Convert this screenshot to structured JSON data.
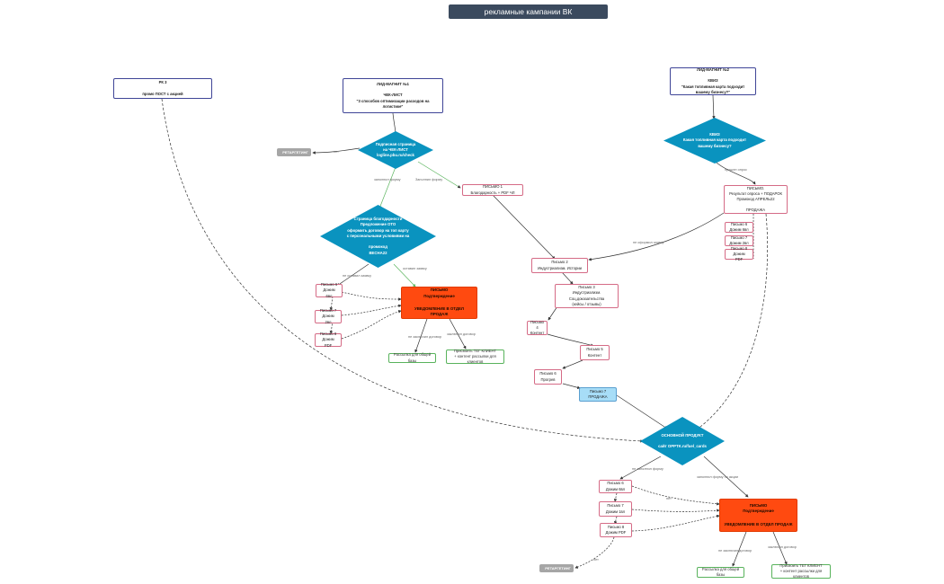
{
  "title": "рекламные кампании ВК",
  "boxes": {
    "rk3": "РК 3\n\nпромо ПОСТ с акцией",
    "lm1": "ЛИД-МАГНИТ №1\n\nЧЕК-ЛИСТ\n\"3 способов оптимизации расходов на логистике\"",
    "lm2": "ЛИД-МАГНИТ №2\n\nКВИЗ\n\"Какая топливная карта подходит вашему бизнесу?\"",
    "letter1": "ПИСЬМО 1\nБлагодарность + PDF ЧЛ",
    "letter_quiz": "ПИСЬМО.\nРезультат опроса + ПОДАРОК\nПромокод АПРЕЛЬ22\n\nПРОДАЖА",
    "q_p6": "Письмо 6\nДожим 6вл",
    "q_p7": "Письмо 7\nДожим 2вл",
    "q_p8": "Письмо 8\nДожим PDF",
    "letter2": "Письмо 2\nИндустриализм. Истории",
    "letter3": "Письмо 3\nИндустриализм.\nСоц.доказательства\n(кейсы / отзывы)",
    "letter4": "Письмо 4\nКонтент",
    "letter5": "Письмо 5\nКонтент",
    "letter6": "Письмо 6\nПрогрев",
    "letter7": "Письмо 7\nПРОДАЖА",
    "a_p6": "Письмо 6\nДожим 6вл",
    "a_p7": "Письмо 7\nДожим 2вл",
    "a_p8": "Письмо 8\nДожим PDF",
    "a_green1": "Рассылка для общей базы",
    "a_green2": "Присвоить ТЕГ КЛИЕНТ\n+ контент рассылки для клиентов",
    "b_p6": "Письмо 6\nДожим 6вл",
    "b_p7": "Письмо 7\nДожим 1вл",
    "b_p8": "Письмо 8\nДожим PDF",
    "b_green1": "Рассылка для общей базы",
    "b_green2": "Присвоить ТЕГ КЛИЕНТ\n+ контент рассылки для клиентов"
  },
  "red_boxes": {
    "a": {
      "header": "ПИСЬМО\nПодтверждение",
      "footer": "УВЕДОМЛЕНИЕ В ОТДЕЛ ПРОДАЖ"
    },
    "b": {
      "header": "ПИСЬМО\nПодтверждение",
      "footer": "УВЕДОМЛЕНИЕ В ОТДЕЛ ПРОДАЖ"
    }
  },
  "diamonds": {
    "checklist_page": "Подписная страница\nна ЧЕК-ЛИСТ\nlogline.pbu.ru/check",
    "quiz": "КВИЗ\nКакая топливная карта подходит\nвашему бизнесу?",
    "thanks_page": "Страница благодарности\nПредложение ОТО\nоформить договор на топ карту\nс персональными условиями на\n\nпромокод\nВЕСНА22",
    "main_product": "ОСНОВНОЙ ПРОДУКТ\n\nсайт OPPTK.ru/fuel_cards"
  },
  "retargeting": {
    "top": "РЕТАРГЕТИНГ",
    "bottom": "РЕТАРГЕТИНГ"
  },
  "edge_labels": {
    "no": "нет",
    "filled_form": "заполнил форму",
    "filled_form2": "Заполнил форму",
    "not_left_order": "не оставил заявку",
    "left_order": "оставил заявку",
    "not_signed": "не заключил договор",
    "signed": "заключил договор",
    "survey_passed": "прошел опрос",
    "not_form_order": "не оформил заявку",
    "not_filled_form": "не заполнил форму",
    "filled_form_promo": "заполнил форму по акции",
    "not_signed_b": "не заключил договор",
    "signed_b": "заключил договор",
    "no_b": "нет",
    "no_c": "нет"
  }
}
